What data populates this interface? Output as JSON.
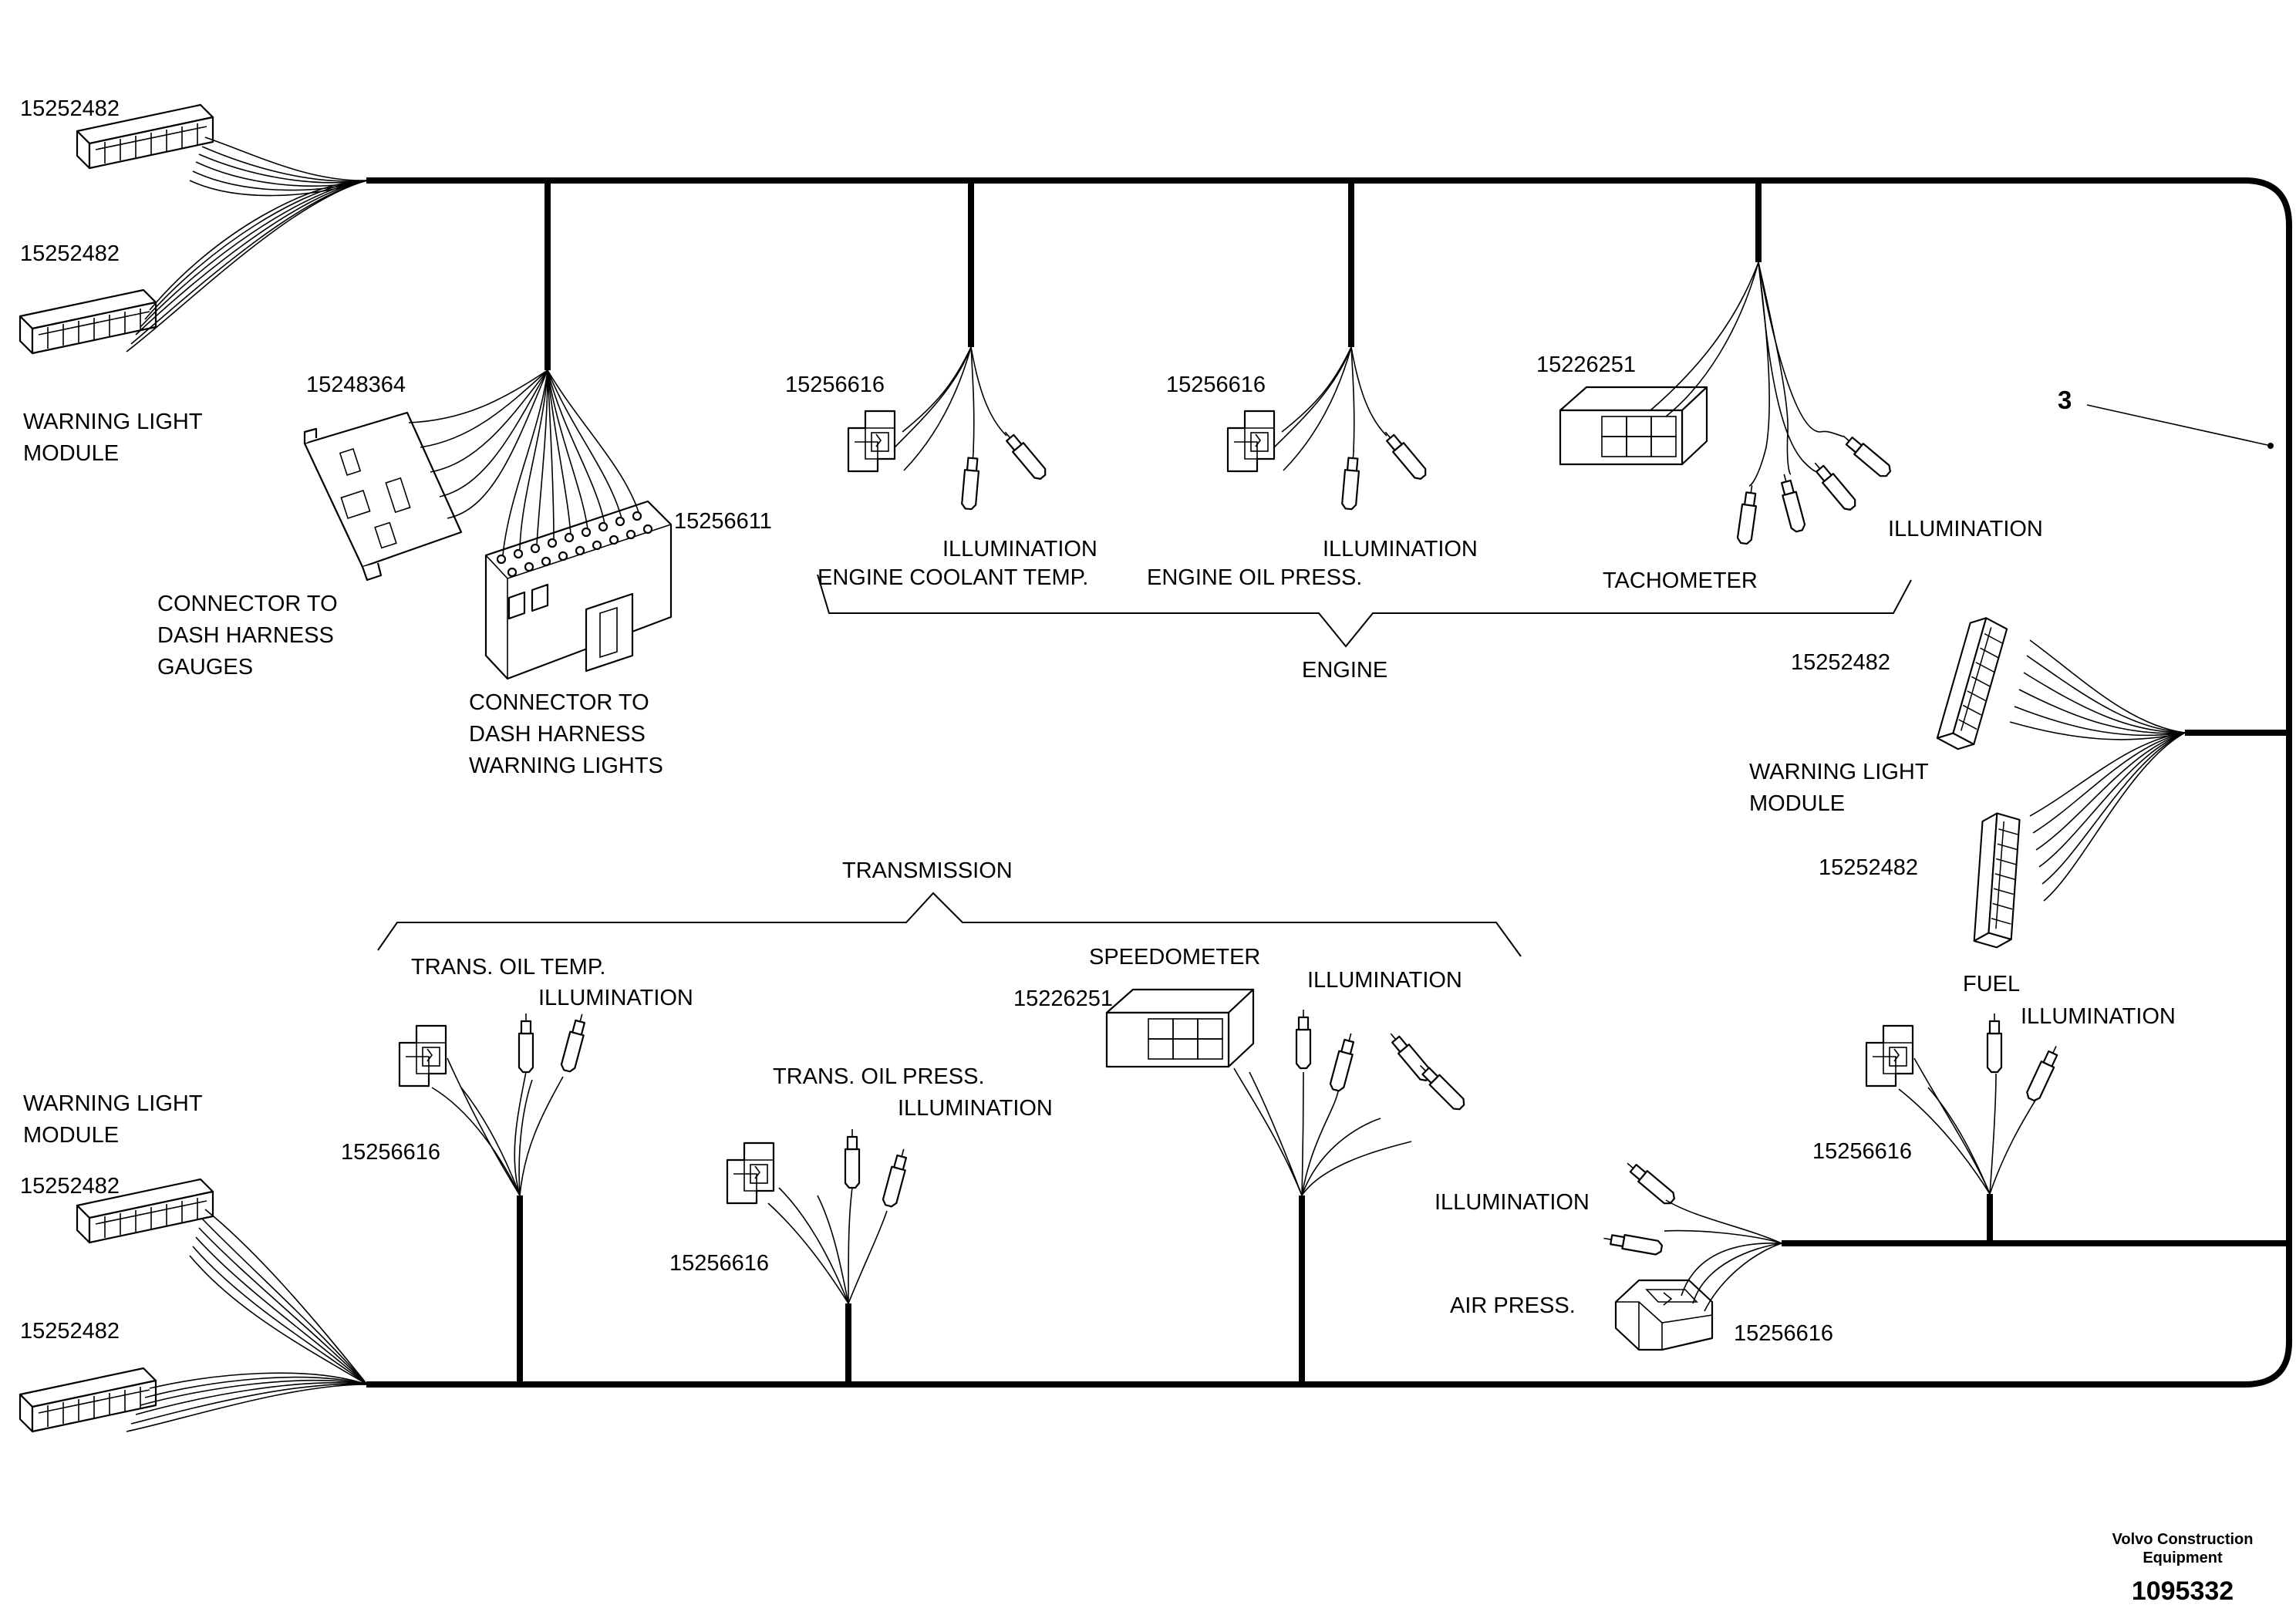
{
  "labels": {
    "pn_tl1": "15252482",
    "pn_tl2": "15252482",
    "wlm_tl_1": "WARNING LIGHT",
    "wlm_tl_2": "MODULE",
    "pn_15248364": "15248364",
    "pn_15256611": "15256611",
    "ctdh_gauges_1": "CONNECTOR TO",
    "ctdh_gauges_2": "DASH HARNESS",
    "ctdh_gauges_3": "GAUGES",
    "ctdh_warn_1": "CONNECTOR TO",
    "ctdh_warn_2": "DASH HARNESS",
    "ctdh_warn_3": "WARNING LIGHTS",
    "pn_ect": "15256616",
    "illum_ect": "ILLUMINATION",
    "engine_coolant": "ENGINE COOLANT TEMP.",
    "pn_eop": "15256616",
    "illum_eop": "ILLUMINATION",
    "engine_oil": "ENGINE OIL PRESS.",
    "pn_tach": "15226251",
    "tachometer": "TACHOMETER",
    "illum_tach": "ILLUMINATION",
    "engine": "ENGINE",
    "ref_3": "3",
    "pn_r1": "15252482",
    "wlm_r_1": "WARNING LIGHT",
    "wlm_r_2": "MODULE",
    "pn_r2": "15252482",
    "transmission": "TRANSMISSION",
    "trans_oil_temp": "TRANS. OIL TEMP.",
    "illum_tot": "ILLUMINATION",
    "pn_tot": "15256616",
    "trans_oil_press": "TRANS. OIL PRESS.",
    "illum_top": "ILLUMINATION",
    "pn_top": "15256616",
    "speedometer": "SPEEDOMETER",
    "pn_speedo": "15226251",
    "illum_speedo": "ILLUMINATION",
    "fuel": "FUEL",
    "illum_fuel": "ILLUMINATION",
    "pn_fuel": "15256616",
    "illum_air": "ILLUMINATION",
    "air_press": "AIR PRESS.",
    "pn_air": "15256616",
    "wlm_bl_1": "WARNING LIGHT",
    "wlm_bl_2": "MODULE",
    "pn_bl1": "15252482",
    "pn_bl2": "15252482",
    "brand_1": "Volvo Construction",
    "brand_2": "Equipment",
    "drawing_no": "1095332"
  }
}
